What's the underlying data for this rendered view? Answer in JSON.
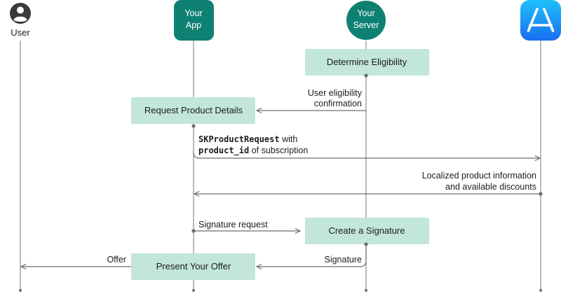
{
  "actors": {
    "user": {
      "label": "User"
    },
    "app": {
      "label_line1": "Your",
      "label_line2": "App",
      "color": "#0f8173"
    },
    "server": {
      "label_line1": "Your",
      "label_line2": "Server",
      "color": "#0f8173"
    },
    "store": {
      "icon": "app-store-icon",
      "color": "#1a8cf6"
    }
  },
  "steps": {
    "eligibility": "Determine Eligibility",
    "request_details": "Request Product Details",
    "create_signature": "Create a Signature",
    "present_offer": "Present Your Offer"
  },
  "messages": {
    "eligibility_confirm_line1": "User eligibility",
    "eligibility_confirm_line2": "confirmation",
    "sk_request_code1": "SKProductRequest",
    "sk_request_text1": " with",
    "sk_request_code2": "product_id",
    "sk_request_text2": " of subscription",
    "localized_line1": "Localized product information",
    "localized_line2": "and available discounts",
    "signature_request": "Signature request",
    "signature": "Signature",
    "offer": "Offer"
  },
  "colors": {
    "step_fill": "#c2e6d9",
    "actor_teal": "#0f8173",
    "app_store_blue": "#1a8cf6"
  }
}
